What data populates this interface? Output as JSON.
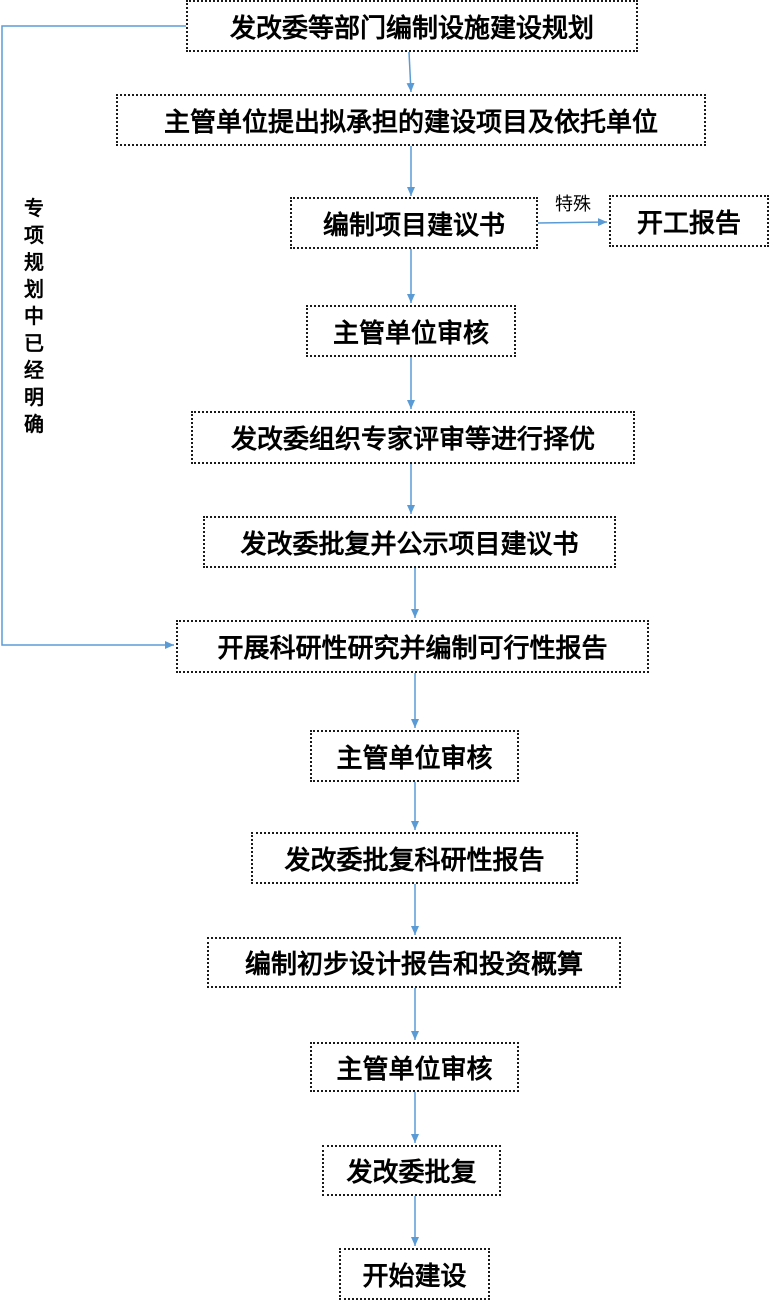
{
  "nodes": [
    {
      "id": "n1",
      "label": "发改委等部门编制设施建设规划"
    },
    {
      "id": "n2",
      "label": "主管单位提出拟承担的建设项目及依托单位"
    },
    {
      "id": "n3",
      "label": "编制项目建议书"
    },
    {
      "id": "n3b",
      "label": "开工报告"
    },
    {
      "id": "n4",
      "label": "主管单位审核"
    },
    {
      "id": "n5",
      "label": "发改委组织专家评审等进行择优"
    },
    {
      "id": "n6",
      "label": "发改委批复并公示项目建议书"
    },
    {
      "id": "n7",
      "label": "开展科研性研究并编制可行性报告"
    },
    {
      "id": "n8",
      "label": "主管单位审核"
    },
    {
      "id": "n9",
      "label": "发改委批复科研性报告"
    },
    {
      "id": "n10",
      "label": "编制初步设计报告和投资概算"
    },
    {
      "id": "n11",
      "label": "主管单位审核"
    },
    {
      "id": "n12",
      "label": "发改委批复"
    },
    {
      "id": "n13",
      "label": "开始建设"
    }
  ],
  "edges": [
    {
      "from": "n1",
      "to": "n2"
    },
    {
      "from": "n2",
      "to": "n3"
    },
    {
      "from": "n3",
      "to": "n3b",
      "label": "特殊"
    },
    {
      "from": "n3",
      "to": "n4"
    },
    {
      "from": "n4",
      "to": "n5"
    },
    {
      "from": "n5",
      "to": "n6"
    },
    {
      "from": "n6",
      "to": "n7"
    },
    {
      "from": "n1",
      "to": "n7",
      "label": "专项规划中已经明确"
    },
    {
      "from": "n7",
      "to": "n8"
    },
    {
      "from": "n8",
      "to": "n9"
    },
    {
      "from": "n9",
      "to": "n10"
    },
    {
      "from": "n10",
      "to": "n11"
    },
    {
      "from": "n11",
      "to": "n12"
    },
    {
      "from": "n12",
      "to": "n13"
    }
  ],
  "colors": {
    "arrow": "#5b9bd5",
    "border": "#1a1a1a"
  }
}
